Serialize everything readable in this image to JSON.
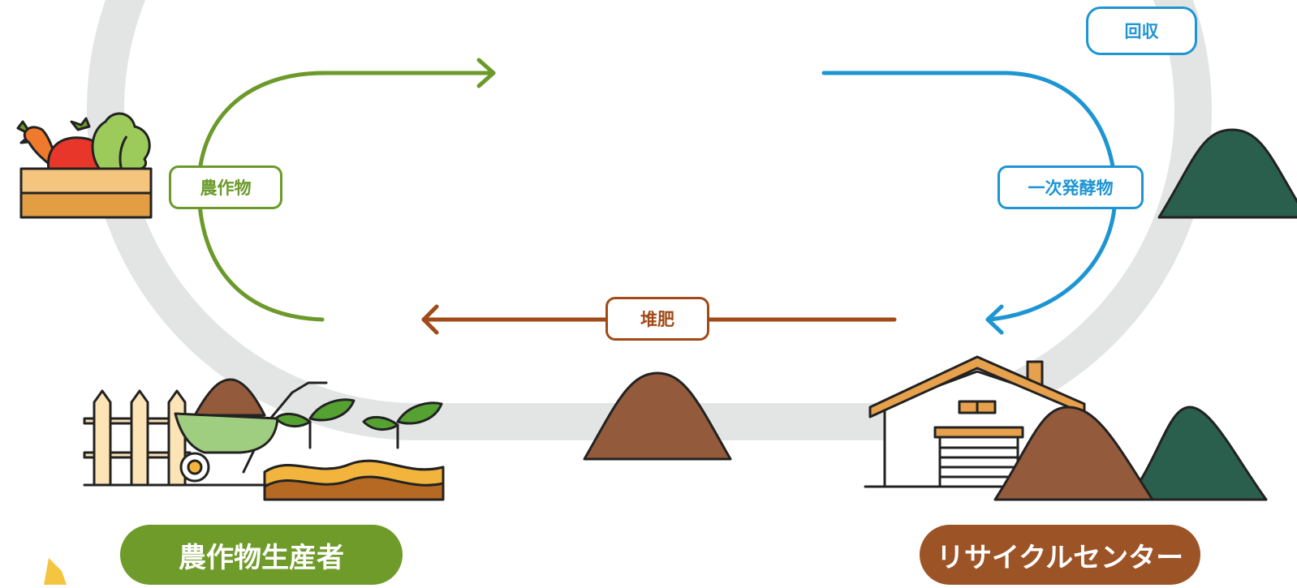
{
  "labels": {
    "crops": "農作物",
    "primary_fermented": "一次発酵物",
    "collection": "回収",
    "compost": "堆肥"
  },
  "actors": {
    "producer": "農作物生産者",
    "recycling_center": "リサイクルセンター"
  },
  "colors": {
    "crops_flow": "#6b9a2b",
    "collection_flow": "#1e95d3",
    "compost_flow": "#a14a17",
    "cycle_ring": "#e3e4e4",
    "compost_pile": "#945a3c",
    "fermented_pile": "#2a5e4d",
    "producer_badge": "#6f9b2a",
    "recycle_badge": "#9c5326"
  },
  "icons": [
    "vegetable-crate-icon",
    "farm-field-icon",
    "compost-pile-icon",
    "recycling-facility-icon",
    "fermented-pile-icon"
  ]
}
